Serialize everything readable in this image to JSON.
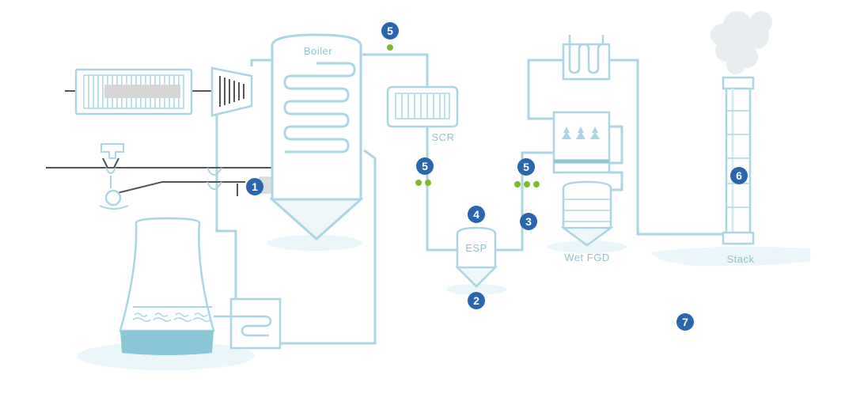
{
  "labels": {
    "boiler": "Boiler",
    "scr": "SCR",
    "esp": "ESP",
    "wet_fgd": "Wet FGD",
    "stack": "Stack"
  },
  "markers": [
    {
      "id": "marker-1",
      "text": "1"
    },
    {
      "id": "marker-2",
      "text": "2"
    },
    {
      "id": "marker-3",
      "text": "3"
    },
    {
      "id": "marker-4",
      "text": "4"
    },
    {
      "id": "marker-5-top",
      "text": "5"
    },
    {
      "id": "marker-5-scr",
      "text": "5"
    },
    {
      "id": "marker-5-fgd",
      "text": "5"
    },
    {
      "id": "marker-6",
      "text": "6"
    },
    {
      "id": "marker-7",
      "text": "7"
    }
  ],
  "colors": {
    "line": "#a9d6e2",
    "line_dark": "#7fbccd",
    "fill_light": "#eef8fb",
    "marker": "#2a66ad",
    "sensor_dot": "#7dbb2c",
    "water": "#8ac6d6",
    "grey_line": "#666666",
    "flame": "#f2a023"
  },
  "icons": [
    "flame-icon",
    "smoke-icon",
    "water-icon"
  ]
}
